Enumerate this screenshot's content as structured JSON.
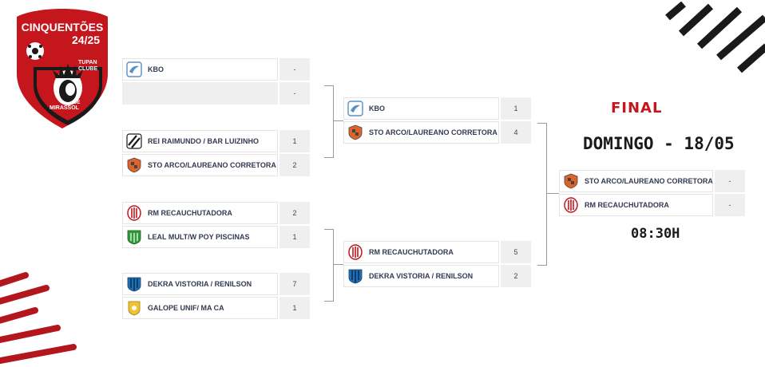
{
  "logo": {
    "title_line1": "CINQUENTÕES",
    "title_line2": "24/25",
    "club_line1": "TUPAN",
    "club_line2": "CLUBE",
    "club_line3": "DE",
    "club_line4": "MIRASSOL",
    "colors": {
      "shield": "#c4161c",
      "border": "#ffffff"
    }
  },
  "bracket": {
    "quarterfinals": [
      {
        "team1": {
          "name": "KBO",
          "score": "-",
          "crest": "kbo-crest-icon"
        },
        "team2": {
          "name": "",
          "score": "-",
          "crest": ""
        }
      },
      {
        "team1": {
          "name": "REI RAIMUNDO / BAR LUIZINHO",
          "score": "1",
          "crest": "striped-black-crest-icon"
        },
        "team2": {
          "name": "STO ARCO/LAUREANO CORRETORA",
          "score": "2",
          "crest": "orange-checker-crest-icon"
        }
      },
      {
        "team1": {
          "name": "RM RECAUCHUTADORA",
          "score": "2",
          "crest": "red-striped-crest-icon"
        },
        "team2": {
          "name": "LEAL MULT/W POY PISCINAS",
          "score": "1",
          "crest": "green-crest-icon"
        }
      },
      {
        "team1": {
          "name": "DEKRA VISTORIA / RENILSON",
          "score": "7",
          "crest": "blue-striped-crest-icon"
        },
        "team2": {
          "name": "GALOPE UNIF/ MA CA",
          "score": "1",
          "crest": "yellow-crest-icon"
        }
      }
    ],
    "semifinals": [
      {
        "team1": {
          "name": "KBO",
          "score": "1",
          "crest": "kbo-crest-icon"
        },
        "team2": {
          "name": "STO ARCO/LAUREANO CORRETORA",
          "score": "4",
          "crest": "orange-checker-crest-icon"
        }
      },
      {
        "team1": {
          "name": "RM RECAUCHUTADORA",
          "score": "5",
          "crest": "red-striped-crest-icon"
        },
        "team2": {
          "name": "DEKRA VISTORIA / RENILSON",
          "score": "2",
          "crest": "blue-striped-crest-icon"
        }
      }
    ],
    "final": {
      "team1": {
        "name": "STO ARCO/LAUREANO CORRETORA",
        "score": "-",
        "crest": "orange-checker-crest-icon"
      },
      "team2": {
        "name": "RM RECAUCHUTADORA",
        "score": "-",
        "crest": "red-striped-crest-icon"
      }
    }
  },
  "final_info": {
    "title": "FINAL",
    "date": "DOMINGO - 18/05",
    "time": "08:30H"
  },
  "colors": {
    "accent": "#c4161c",
    "slot_bg": "#efefef",
    "text": "#333a52",
    "connector": "#9a9a9a"
  }
}
